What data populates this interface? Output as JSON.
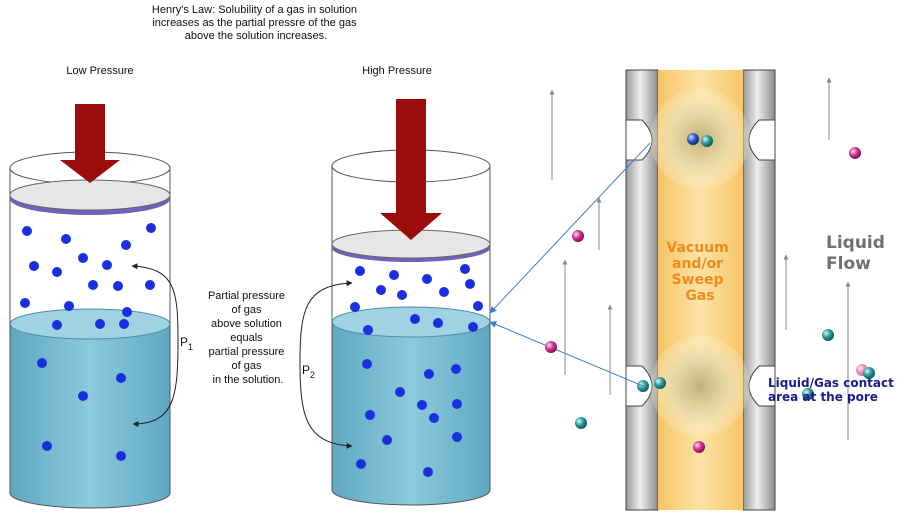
{
  "title_lines": [
    "Henry's Law: Solubility of a gas in solution",
    "increases as the partial pressre of the gas",
    "above the solution increases."
  ],
  "low_pressure_label": "Low Pressure",
  "high_pressure_label": "High Pressure",
  "p1": {
    "main": "P",
    "sub": "1"
  },
  "p2": {
    "main": "P",
    "sub": "2"
  },
  "explanation_lines": [
    "Partial pressure",
    "of gas",
    "above solution",
    "equals",
    "partial pressure",
    "of gas",
    "in the solution."
  ],
  "pore_center_lines": [
    "Vacuum",
    "and/or",
    "Sweep",
    "Gas"
  ],
  "liquid_flow_lines": [
    "Liquid",
    "Flow"
  ],
  "contact_lines": [
    "Liquid/Gas contact",
    "area at the pore"
  ],
  "colors": {
    "arrow": "#9b0d0d",
    "gas_molecule": "#1a2fe0",
    "liquid": "#74b9cf",
    "glass_stroke": "#555555",
    "piston_rim": "#6d63b8",
    "membrane_core": "#fbd88a",
    "orange_text": "#f08a1c",
    "dark_blue_text": "#1a1c8c",
    "flow_text": "#707070",
    "pointer_line": "#3f7fcf",
    "teal_molecule": "#1f8f8f",
    "pink_molecule": "#d4308a"
  }
}
